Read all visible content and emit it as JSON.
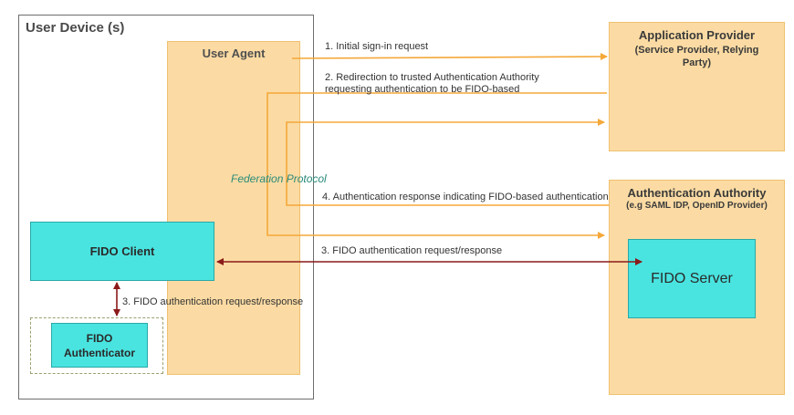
{
  "user_device": {
    "title": "User Device (s)"
  },
  "user_agent": {
    "title": "User Agent"
  },
  "fido_client": {
    "label": "FIDO Client"
  },
  "fido_authenticator": {
    "line1": "FIDO",
    "line2": "Authenticator"
  },
  "application_provider": {
    "title": "Application Provider",
    "subtitle_line1": "(Service Provider, Relying",
    "subtitle_line2": "Party)"
  },
  "authentication_authority": {
    "title": "Authentication Authority",
    "subtitle": "(e.g SAML IDP, OpenID Provider)"
  },
  "fido_server": {
    "label": "FIDO Server"
  },
  "federation_protocol": "Federation Protocol",
  "flows": {
    "step1": "1. Initial sign-in request",
    "step2_line1": "2. Redirection to trusted Authentication Authority",
    "step2_line2": "requesting authentication to be FIDO-based",
    "step4": "4. Authentication response indicating FIDO-based authentication",
    "step3_server": "3. FIDO authentication request/response",
    "step3_local": "3. FIDO authentication request/response"
  },
  "colors": {
    "orange_arrow": "#f5a83a",
    "red_arrow": "#8b1a1a",
    "box_orange": "#fbdba3",
    "box_cyan": "#49e4e0",
    "federation_text": "#2a8a7a"
  }
}
